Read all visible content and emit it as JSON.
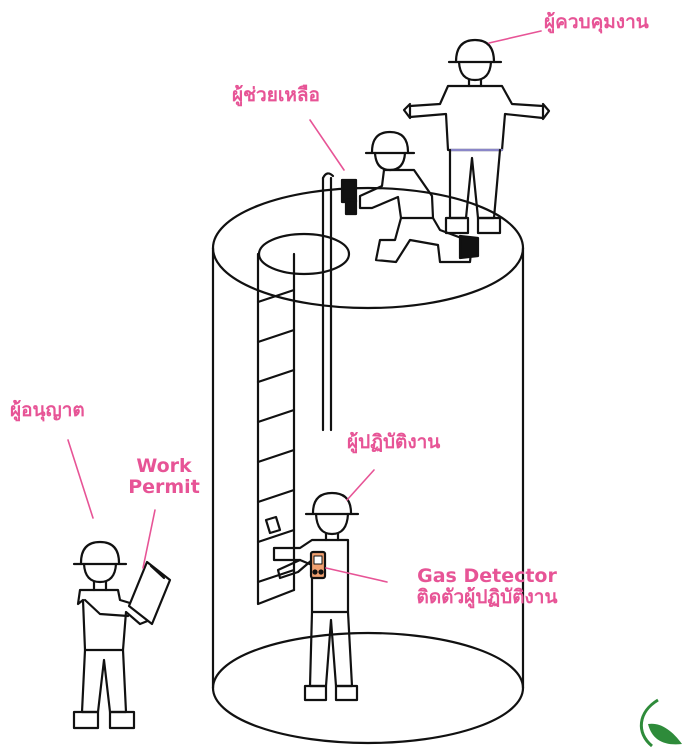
{
  "colors": {
    "label": "#e75496",
    "line": "#111111",
    "detector": "#f0a070",
    "logo": "#2e8b3a"
  },
  "labels": {
    "supervisor": "ผู้ควบคุมงาน",
    "assistant": "ผู้ช่วยเหลือ",
    "authorizer": "ผู้อนุญาต",
    "work_permit_line1": "Work",
    "work_permit_line2": "Permit",
    "entrant": "ผู้ปฏิบัติงาน",
    "gas_detector_line1": "Gas  Detector",
    "gas_detector_line2": "ติดตัวผู้ปฏิบัติงาน"
  },
  "icons": {
    "logo": "leaf-logo-icon"
  }
}
